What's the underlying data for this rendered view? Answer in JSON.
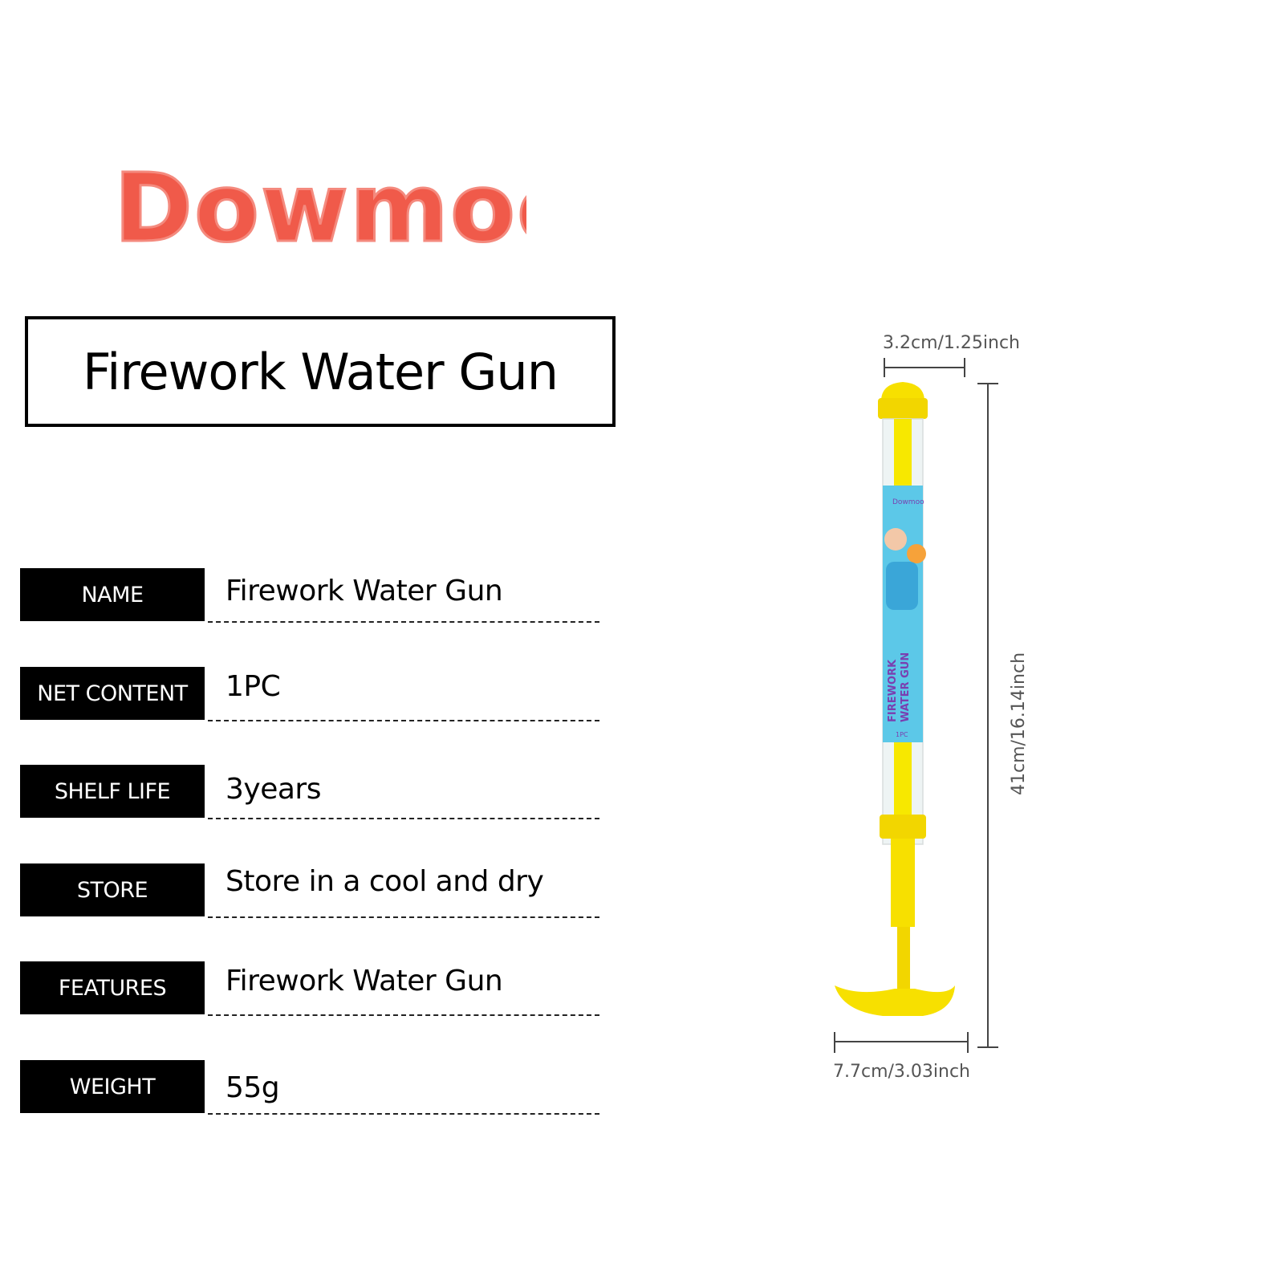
{
  "brand": {
    "logo_text": "Dowmoo",
    "logo_color": "#f05a4a"
  },
  "title": "Firework Water Gun",
  "specs": [
    {
      "label": "NAME",
      "value": "Firework Water Gun"
    },
    {
      "label": "NET  CONTENT",
      "value": "1PC"
    },
    {
      "label": "SHELF LIFE",
      "value": "3years"
    },
    {
      "label": "STORE",
      "value": "Store in a cool and dry"
    },
    {
      "label": "FEATURES",
      "value": "Firework Water Gun"
    },
    {
      "label": "WEIGHT",
      "value": "55g"
    }
  ],
  "product": {
    "width_top": "3.2cm/1.25inch",
    "length": "41cm/16.14inch",
    "width_handle": "7.7cm/3.03inch",
    "label_brand": "Dowmoo",
    "label_line1": "FIREWORK",
    "label_line2": "WATER GUN",
    "label_count": "1PC",
    "body_color": "#f7e000",
    "label_bg": "#5cc8e8",
    "label_text_color": "#7a3fb0"
  }
}
